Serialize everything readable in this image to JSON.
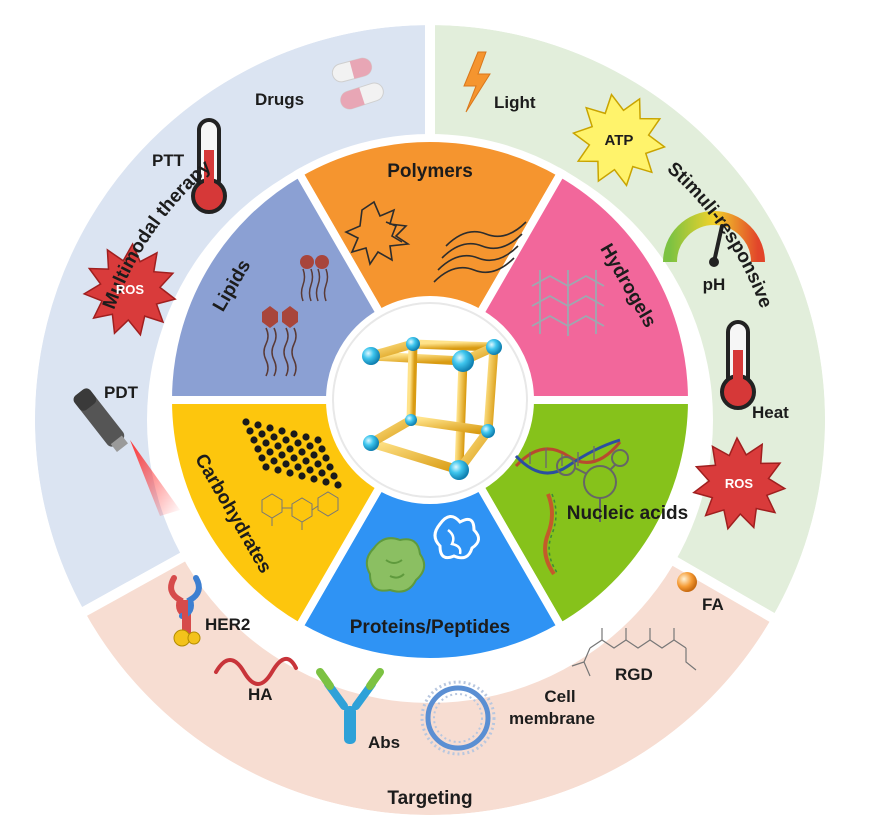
{
  "sections": {
    "multimodal": {
      "title": "Multimodal therapy",
      "color": "#dbe4f2",
      "items": {
        "drugs": "Drugs",
        "ptt": "PTT",
        "ros": "ROS",
        "pdt": "PDT"
      }
    },
    "stimuli": {
      "title": "Stimuli-responsive",
      "color": "#e2eedb",
      "items": {
        "light": "Light",
        "atp": "ATP",
        "ph": "pH",
        "heat": "Heat",
        "ros": "ROS"
      }
    },
    "targeting": {
      "title": "Targeting",
      "color": "#f7ddd2",
      "items": {
        "her2": "HER2",
        "ha": "HA",
        "abs": "Abs",
        "cell1": "Cell",
        "cell2": "membrane",
        "rgd": "RGD",
        "fa": "FA"
      }
    }
  },
  "segments": [
    {
      "key": "polymers",
      "label": "Polymers",
      "color": "#f5952f"
    },
    {
      "key": "hydrogels",
      "label": "Hydrogels",
      "color": "#f2679b"
    },
    {
      "key": "nucleic",
      "label": "Nucleic acids",
      "color": "#86c21b"
    },
    {
      "key": "proteins",
      "label": "Proteins/Peptides",
      "color": "#2f93f4"
    },
    {
      "key": "carbs",
      "label": "Carbohydrates",
      "color": "#fdc60d"
    },
    {
      "key": "lipids",
      "label": "Lipids",
      "color": "#8ba0d3"
    }
  ]
}
